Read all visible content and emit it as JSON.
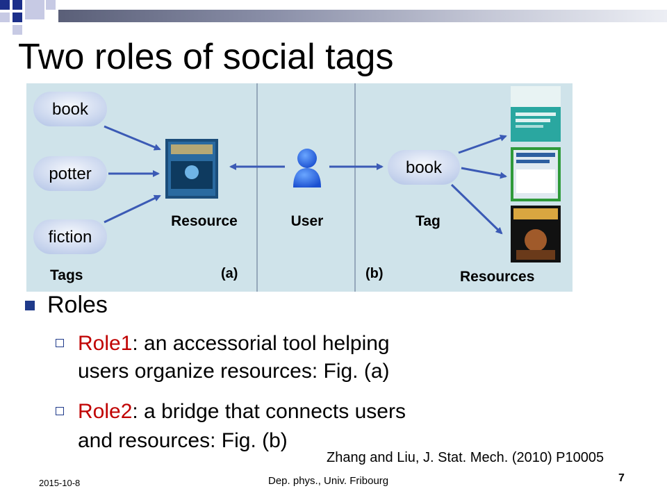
{
  "slide": {
    "title": "Two roles of social tags",
    "figure": {
      "left_tags": [
        "book",
        "potter",
        "fiction"
      ],
      "resource_label": "Resource",
      "user_label": "User",
      "tag_label": "Tag",
      "tags_label": "Tags",
      "resources_label": "Resources",
      "panel_a": "(a)",
      "panel_b": "(b)",
      "center_tag": "book"
    },
    "bullets": {
      "main": "Roles",
      "role1_key": "Role1",
      "role1_line1": ": an accessorial tool helping",
      "role1_line2": "users organize resources: Fig. (a)",
      "role2_key": "Role2",
      "role2_line1": ": a bridge that connects users",
      "role2_line2": "and resources: Fig. (b)"
    },
    "citation": "Zhang and Liu, J. Stat. Mech. (2010) P10005",
    "footer": {
      "date": "2015-10-8",
      "center": "Dep. phys.,  Univ. Fribourg",
      "page": "7"
    }
  },
  "colors": {
    "bullet_blue": "#1f3a8a",
    "highlight_red": "#c00000",
    "figure_bg": "#cfe3ea",
    "arrow_blue": "#3b5ab5"
  }
}
